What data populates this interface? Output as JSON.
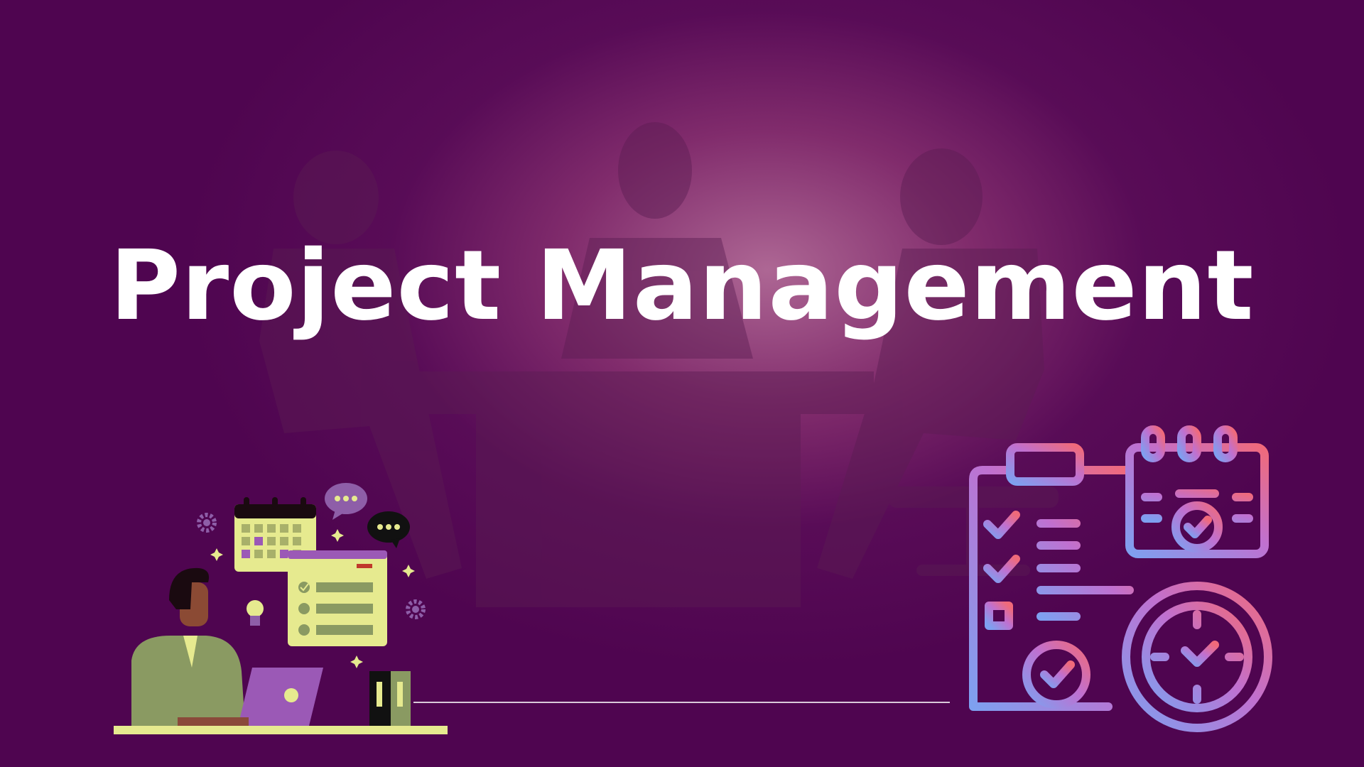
{
  "slide": {
    "title": "Project Management"
  },
  "colors": {
    "background": "#4f0550",
    "title_text": "#ffffff",
    "illustration_yellow": "#e6ea8f",
    "illustration_purple": "#9b59b6",
    "icon_gradient_start": "#7ea0f0",
    "icon_gradient_end": "#f06a7a"
  },
  "icons": {
    "background": "business-meeting-silhouette",
    "left_illustration": "person-at-laptop-with-calendar-and-checklist",
    "right_icon": "clipboard-calendar-clock-icon"
  }
}
